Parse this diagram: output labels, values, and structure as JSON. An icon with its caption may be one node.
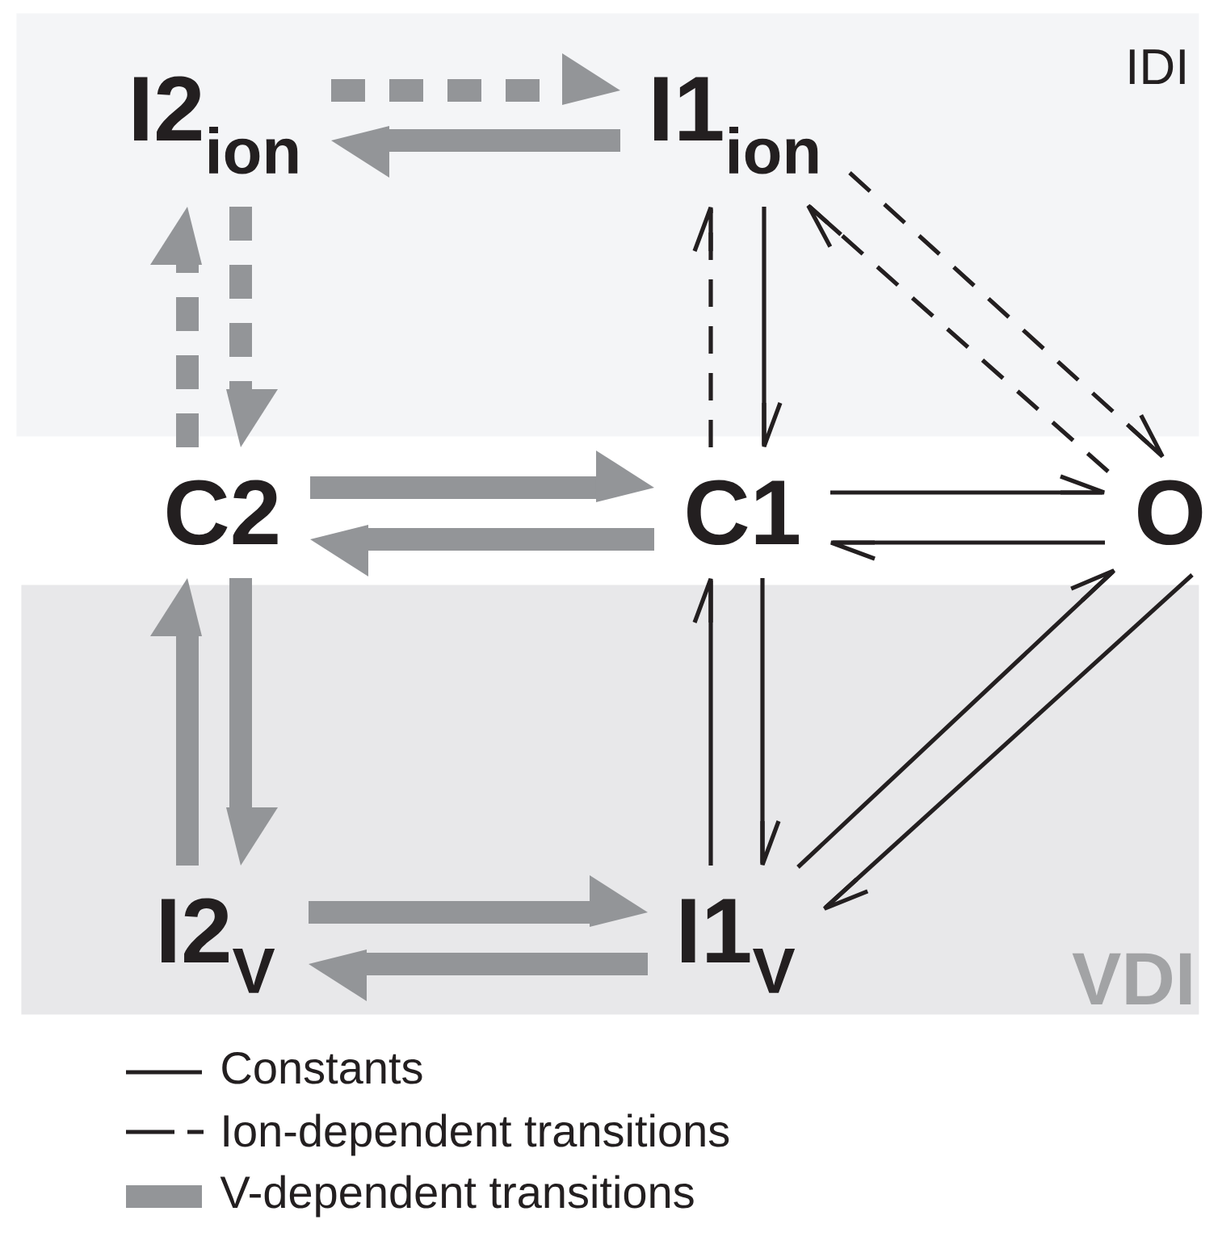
{
  "diagram": {
    "nodes": [
      {
        "text": [
          "IDI"
        ]
      },
      {
        "text": [
          "I2$_{ion}$"
        ],
        "in": 0
      },
      {
        "text": [
          "I1$_{ion}$"
        ],
        "in": 0
      },
      {
        "text": [
          "C2"
        ]
      },
      {
        "text": [
          "C1"
        ]
      },
      {
        "text": [
          "O"
        ]
      },
      {
        "text": [
          "VDI"
        ]
      },
      {
        "text": [
          "I2$_{V}$"
        ],
        "in": 6
      },
      {
        "text": [
          "I1$_{V}$"
        ],
        "in": 6
      }
    ],
    "edges": [
      {
        "from": 1,
        "to": 2,
        "arrow": "to",
        "style": "dashed",
        "color": "#939598"
      },
      {
        "from": 2,
        "to": 1,
        "arrow": "to",
        "style": "thick",
        "color": "#939598"
      },
      {
        "from": 3,
        "to": 1,
        "arrow": "to",
        "style": "dashed",
        "color": "#939598"
      },
      {
        "from": 1,
        "to": 3,
        "arrow": "to",
        "style": "dashed",
        "color": "#939598"
      },
      {
        "from": 4,
        "to": 2,
        "arrow": "to",
        "style": "dashed",
        "color": "#231f20"
      },
      {
        "from": 2,
        "to": 4,
        "arrow": "to",
        "color": "#231f20"
      },
      {
        "from": 2,
        "to": 5,
        "arrow": "to",
        "style": "dashed",
        "color": "#231f20"
      },
      {
        "from": 5,
        "to": 2,
        "arrow": "to",
        "style": "dashed",
        "color": "#231f20"
      },
      {
        "from": 3,
        "to": 4,
        "arrow": "to",
        "style": "thick",
        "color": "#939598"
      },
      {
        "from": 4,
        "to": 3,
        "arrow": "to",
        "style": "thick",
        "color": "#939598"
      },
      {
        "from": 4,
        "to": 5,
        "arrow": "to",
        "color": "#231f20"
      },
      {
        "from": 5,
        "to": 4,
        "arrow": "to",
        "color": "#231f20"
      },
      {
        "from": 7,
        "to": 3,
        "arrow": "to",
        "style": "thick",
        "color": "#939598"
      },
      {
        "from": 3,
        "to": 7,
        "arrow": "to",
        "style": "thick",
        "color": "#939598"
      },
      {
        "from": 8,
        "to": 4,
        "arrow": "to",
        "color": "#231f20"
      },
      {
        "from": 4,
        "to": 8,
        "arrow": "to",
        "color": "#231f20"
      },
      {
        "from": 8,
        "to": 5,
        "arrow": "to",
        "color": "#231f20"
      },
      {
        "from": 5,
        "to": 8,
        "arrow": "to",
        "color": "#231f20"
      },
      {
        "from": 7,
        "to": 8,
        "arrow": "to",
        "style": "thick",
        "color": "#939598"
      },
      {
        "from": 8,
        "to": 7,
        "arrow": "to",
        "style": "thick",
        "color": "#939598"
      }
    ],
    "legend": [
      {
        "text": "Constants"
      },
      {
        "text": "Ion-dependent transitions"
      },
      {
        "text": "V-dependent transitions",
        "color": "#939598"
      }
    ]
  }
}
